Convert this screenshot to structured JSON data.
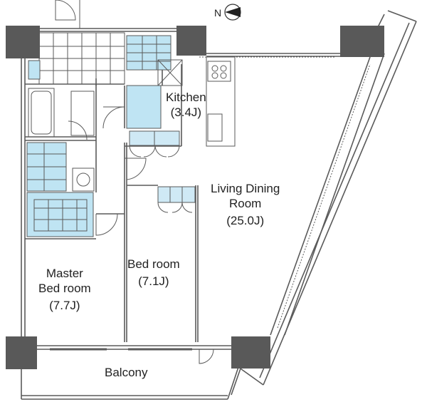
{
  "compass": {
    "letter": "N"
  },
  "rooms": {
    "kitchen": {
      "name": "Kitchen",
      "size": "(3.4J)"
    },
    "living": {
      "line1": "Living Dining",
      "line2": "Room",
      "size": "(25.0J)"
    },
    "bedroom": {
      "name": "Bed room",
      "size": "(7.1J)"
    },
    "master": {
      "line1": "Master",
      "line2": "Bed room",
      "size": "(7.7J)"
    },
    "balcony": {
      "name": "Balcony"
    }
  },
  "colors": {
    "wall": "#595959",
    "line": "#5a5a5a",
    "wet_area": "#bfe4f3",
    "cabinet": "#cfe9f5",
    "background": "#ffffff"
  }
}
